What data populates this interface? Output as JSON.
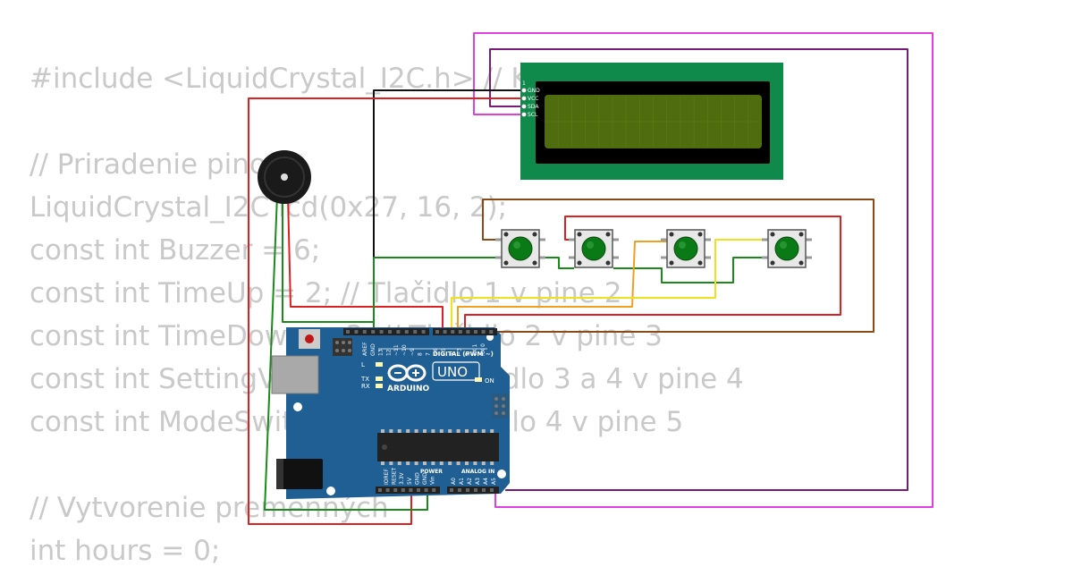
{
  "code_lines": [
    "#include <LiquidCrystal_I2C.h> // Knižnica pre displej",
    "",
    "// Priradenie pinov",
    "LiquidCrystal_I2C lcd(0x27, 16, 2);",
    "const int Buzzer = 6;",
    "const int TimeUp = 2; // Tlačidlo 1 v pine 2",
    "const int TimeDown = 3; // Tlačidlo 2 v pine 3",
    "const int SettingValue = 4; // Tlačidlo 3 a 4 v pine 4",
    "const int ModeSwitch = 5; // Tlačidlo 4 v pine 5",
    "",
    "// Vytvorenie premenných",
    "int hours = 0;"
  ],
  "lcd": {
    "pins": [
      "GND",
      "VCC",
      "SDA",
      "SCL"
    ],
    "pin_index": "1",
    "colors": {
      "pcb": "#108a4a",
      "bezel": "#000000",
      "screen": "#4f6d0e"
    }
  },
  "arduino": {
    "brand": "ARDUINO",
    "model": "UNO",
    "digital_header": "DIGITAL (PWM ~)",
    "power_header": "POWER",
    "analog_header": "ANALOG IN",
    "on_label": "ON",
    "led_labels": [
      "L",
      "TX",
      "RX"
    ],
    "digital_pins": [
      "AREF",
      "GND",
      "13",
      "12",
      "~11",
      "~10",
      "~9",
      "8",
      "7",
      "~6",
      "~5",
      "4",
      "~3",
      "2",
      "TX 1",
      "RX 0"
    ],
    "power_pins": [
      "IOREF",
      "RESET",
      "3.3V",
      "5V",
      "GND",
      "GND",
      "Vin"
    ],
    "analog_pins": [
      "A0",
      "A1",
      "A2",
      "A3",
      "A4",
      "A5"
    ],
    "colors": {
      "board": "#1f5f93",
      "chip": "#222222"
    }
  },
  "buttons": [
    {
      "name": "button-1",
      "cap": "#0a7a16"
    },
    {
      "name": "button-2",
      "cap": "#0a7a16"
    },
    {
      "name": "button-3",
      "cap": "#0a7a16"
    },
    {
      "name": "button-4",
      "cap": "#0a7a16"
    }
  ],
  "buzzer": {
    "body": "#1a1a1a"
  },
  "wire_colors": {
    "red": "#e02020",
    "black": "#111111",
    "green": "#1a8a1a",
    "magenta": "#e040e0",
    "purple": "#7a1a7a",
    "brown": "#8b4a1a",
    "orange": "#f0a020",
    "yellow": "#f0e020"
  }
}
